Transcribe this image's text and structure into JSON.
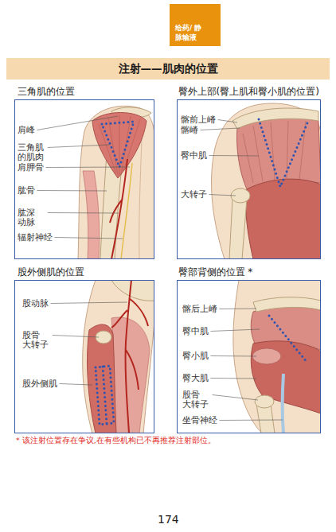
{
  "diagram": {
    "title": "注射——肌肉的位置",
    "nodes": [
      {
        "text": [
          "给药/ 静脉输液"
        ]
      },
      {
        "text": [
          "三角肌的位置",
          "肩峰",
          "三角肌 的肌肉",
          "肩胛骨",
          "肱骨",
          "肱深 动脉",
          "辐射神经"
        ]
      },
      {
        "text": [
          "臀外上部(臀上肌和臀小肌的位置)",
          "髂前上嵴",
          "髂嵴",
          "臀中肌",
          "大转子"
        ]
      },
      {
        "text": [
          "股外侧肌的位置",
          "股动脉",
          "股骨 大转子",
          "股外侧肌"
        ]
      },
      {
        "text": [
          "臀部背侧的位置 *",
          "髂后上嵴",
          "臀中肌",
          "臀小肌",
          "臀大肌",
          "股骨 大转子",
          "坐骨神经"
        ]
      }
    ],
    "labels": [
      "* 该注射位置存在争议,在有些机构已不再推荐注射部位。",
      "174"
    ]
  }
}
